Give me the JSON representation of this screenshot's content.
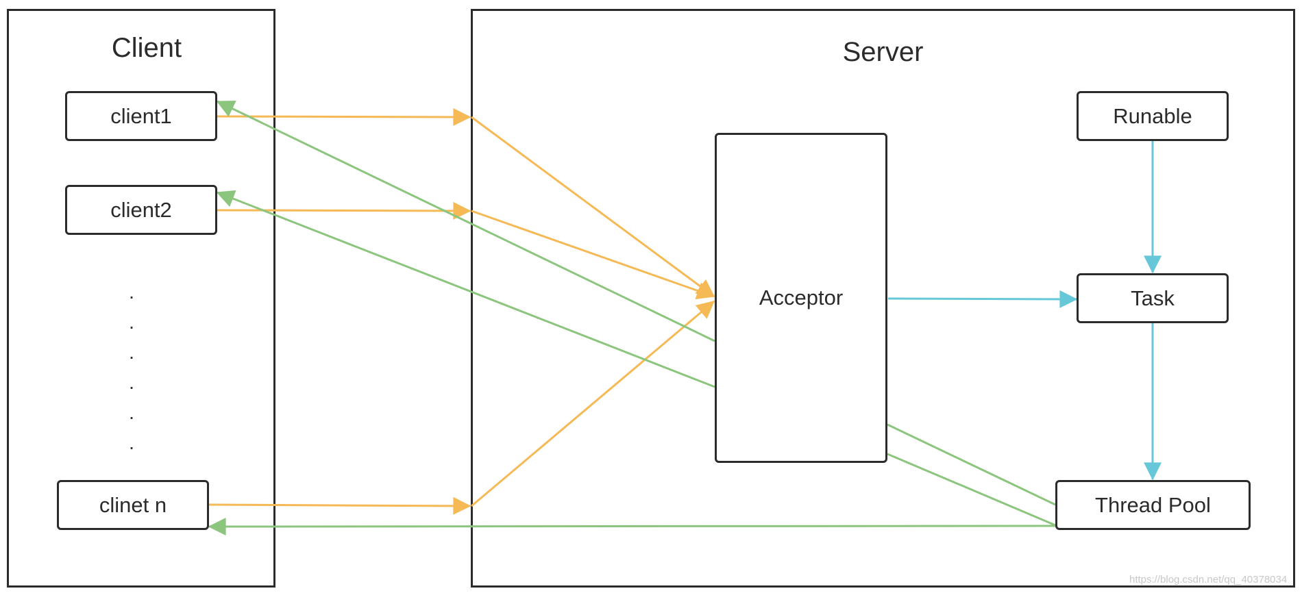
{
  "client_panel": {
    "title": "Client"
  },
  "server_panel": {
    "title": "Server"
  },
  "clients": [
    {
      "label": "client1"
    },
    {
      "label": "client2"
    },
    {
      "label": "clinet n"
    }
  ],
  "ellipsis": ".",
  "server_nodes": {
    "acceptor": "Acceptor",
    "runable": "Runable",
    "task": "Task",
    "thread_pool": "Thread Pool"
  },
  "watermark": "https://blog.csdn.net/qq_40378034",
  "colors": {
    "request_arrow": "#f5b955",
    "response_arrow": "#8cc57e",
    "flow_arrow": "#66c7d9",
    "border": "#2b2b2b"
  }
}
